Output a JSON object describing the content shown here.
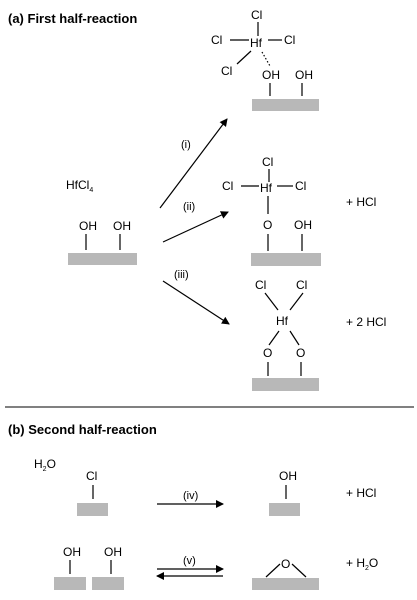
{
  "section_a": {
    "title": "(a)  First half-reaction",
    "reactant_main": "HfCl",
    "reactant_sub": "4",
    "steps": [
      "(i)",
      "(ii)",
      "(iii)"
    ],
    "byproduct_ii": "+ HCl",
    "byproduct_iii": "+ 2 HCl"
  },
  "section_b": {
    "title": "(b)  Second half-reaction",
    "reactant_main": "H",
    "reactant_sub": "2",
    "reactant_tail": "O",
    "steps": [
      "(iv)",
      "(v)"
    ],
    "byproduct_iv": "+ HCl",
    "byproduct_v_pre": "+ H",
    "byproduct_v_sub": "2",
    "byproduct_v_post": "O"
  },
  "atoms": {
    "hf": "Hf",
    "cl": "Cl",
    "oh": "OH",
    "o": "O"
  },
  "colors": {
    "surface": "#b8b8b8",
    "ink": "#000000"
  }
}
